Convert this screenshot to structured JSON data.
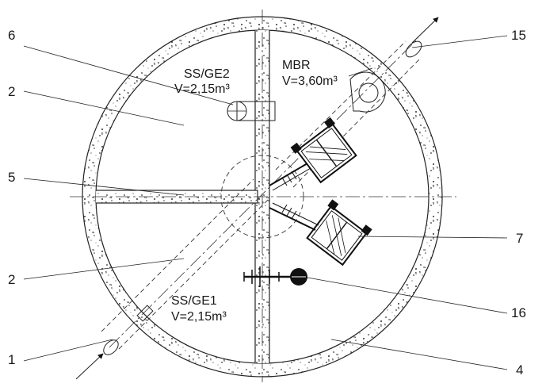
{
  "compartments": [
    {
      "name": "SS/GE2",
      "volume": "V=2,15m³"
    },
    {
      "name": "MBR",
      "volume": "V=3,60m³"
    },
    {
      "name": "SS/GE1",
      "volume": "V=2,15m³"
    }
  ],
  "callouts": [
    "6",
    "2",
    "5",
    "2",
    "1",
    "15",
    "7",
    "16",
    "4"
  ],
  "colors": {
    "line": "#222222",
    "background": "#ffffff"
  }
}
